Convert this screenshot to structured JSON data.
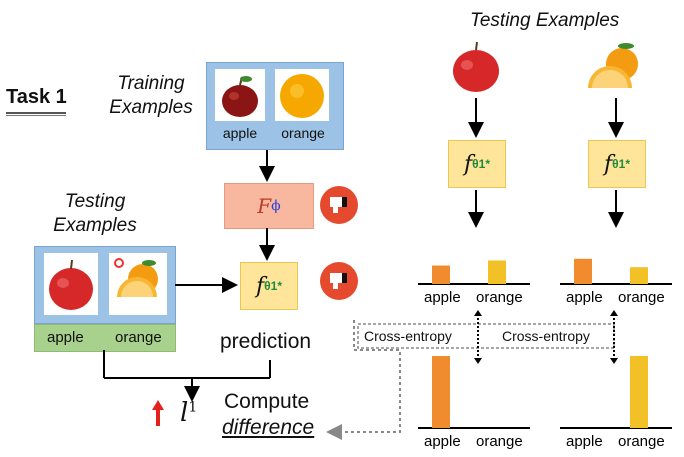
{
  "task": {
    "label": "Task 1"
  },
  "left": {
    "training_title": [
      "Training",
      "Examples"
    ],
    "training_labels": [
      "apple",
      "orange"
    ],
    "testing_title": [
      "Testing",
      "Examples"
    ],
    "testing_labels": [
      "apple",
      "orange"
    ],
    "meta_learner": {
      "symbol": "F",
      "subscript": "ϕ"
    },
    "model": {
      "symbol": "f",
      "subscript": "θ1*"
    },
    "prediction": "prediction",
    "loss": {
      "symbol": "l",
      "superscript": "1"
    },
    "compute": [
      "Compute",
      "difference"
    ]
  },
  "right": {
    "testing_title": "Testing Examples",
    "model": {
      "symbol": "f",
      "subscript": "θ1*"
    },
    "cross_entropy": [
      "Cross-entropy",
      "Cross-entropy"
    ],
    "colors": {
      "orange_bar": "#f08c2e",
      "yellow_bar": "#f2c027"
    }
  },
  "chart_data": [
    {
      "type": "bar",
      "categories": [
        "apple",
        "orange"
      ],
      "values": [
        0.33,
        0.42
      ],
      "title": "",
      "xlabel": "",
      "ylabel": ""
    },
    {
      "type": "bar",
      "categories": [
        "apple",
        "orange"
      ],
      "values": [
        0.45,
        0.3
      ],
      "title": "",
      "xlabel": "",
      "ylabel": ""
    },
    {
      "type": "bar",
      "categories": [
        "apple",
        "orange"
      ],
      "values": [
        1.0,
        0.0
      ],
      "title": "",
      "xlabel": "",
      "ylabel": ""
    },
    {
      "type": "bar",
      "categories": [
        "apple",
        "orange"
      ],
      "values": [
        0.0,
        1.0
      ],
      "title": "",
      "xlabel": "",
      "ylabel": ""
    }
  ]
}
